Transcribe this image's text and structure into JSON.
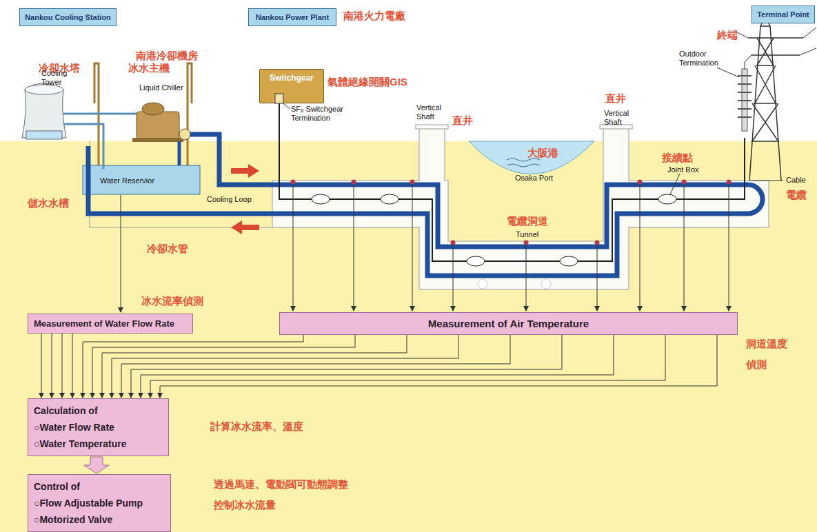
{
  "diagram": {
    "nodes": [
      {
        "text": [
          "Nankou Cooling Station"
        ]
      },
      {
        "text": [
          "Nankou Power Plant"
        ]
      },
      {
        "text": [
          "Terminal Point"
        ]
      },
      {
        "text": [
          "Switchgear"
        ]
      },
      {
        "text": [
          "Measurement of Water Flow Rate"
        ]
      },
      {
        "text": [
          "Measurement of Air Temperature"
        ]
      },
      {
        "text": [
          "Calculation of",
          "○Water Flow Rate",
          "○Water Temperature"
        ]
      },
      {
        "text": [
          "Control of",
          "○Flow Adjustable Pump",
          "○Motorized Valve"
        ]
      }
    ],
    "edges": [
      {
        "from": 4,
        "to": 6,
        "arrow": "to"
      },
      {
        "from": 5,
        "to": 6,
        "arrow": "to"
      },
      {
        "from": 6,
        "to": 7,
        "arrow": "to"
      }
    ],
    "labels": [
      "南港冷卻機房",
      "南港火力電廠",
      "冷卻水塔",
      "Cooling Tower",
      "冰水主機",
      "Liquid Chiller",
      "Water Reservior",
      "儲水水槽",
      "Cooling Loop",
      "冷卻水管",
      "氣體絕緣開關GIS",
      "SF₆ Switchgear Termination",
      "Vertical Shaft",
      "直井",
      "大阪港",
      "Osaka Port",
      "Vertical Shaft",
      "直井",
      "接續點",
      "Joint Box",
      "Cable",
      "電纜",
      "電纜洞道",
      "Tunnel",
      "終端",
      "Outdoor Termination",
      "冰水流率偵測",
      "洞道溫度 偵測",
      "計算冰水流率、溫度",
      "透過馬達、電動閥可動態調整 控制冰水流量"
    ]
  }
}
